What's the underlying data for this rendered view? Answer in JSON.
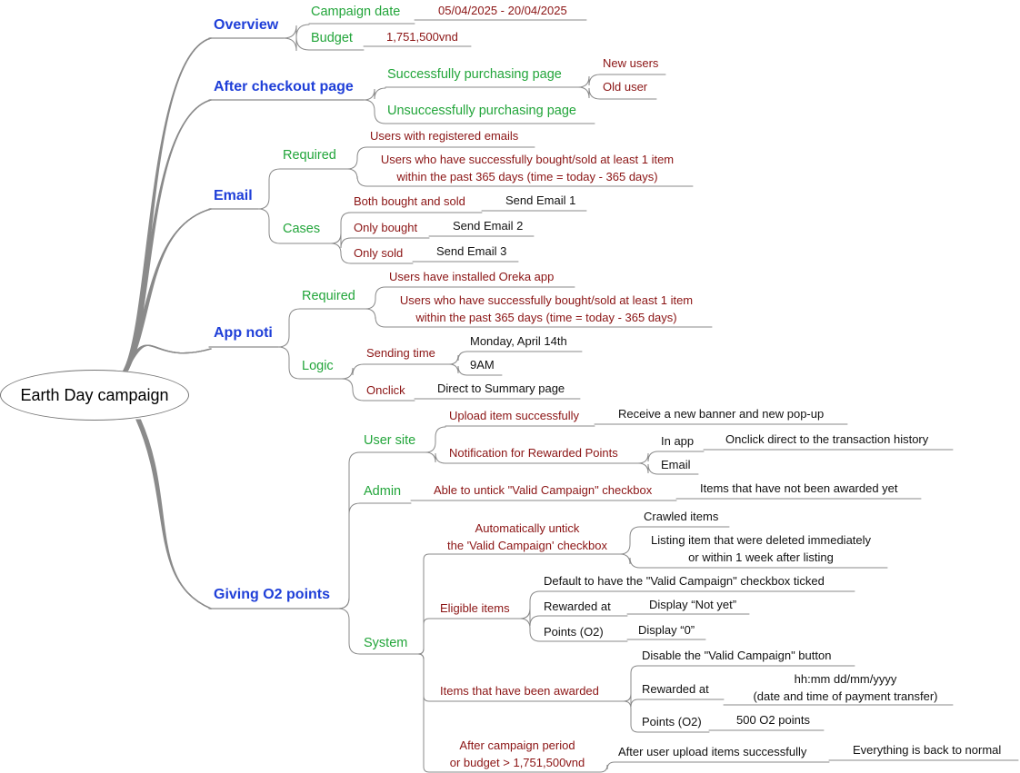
{
  "root": "Earth Day campaign",
  "overview": {
    "label": "Overview",
    "campaign_date": "Campaign date",
    "campaign_date_value": "05/04/2025 - 20/04/2025",
    "budget": "Budget",
    "budget_value": "1,751,500vnd"
  },
  "after_checkout": {
    "label": "After checkout page",
    "success_page": "Successfully purchasing page",
    "new_users": "New users",
    "old_user": "Old user",
    "unsuccess_page": "Unsuccessfully purchasing page"
  },
  "email": {
    "label": "Email",
    "required": "Required",
    "req_1": "Users with registered emails",
    "req_2_line1": "Users who have successfully bought/sold at least 1 item",
    "req_2_line2": "within the past 365 days (time = today - 365 days)",
    "cases": "Cases",
    "case_both": "Both bought and sold",
    "send_1": "Send Email 1",
    "case_bought": "Only bought",
    "send_2": "Send Email 2",
    "case_sold": "Only sold",
    "send_3": "Send Email 3"
  },
  "app_noti": {
    "label": "App noti",
    "required": "Required",
    "req_1": "Users have installed Oreka app",
    "req_2_line1": "Users who have successfully bought/sold at least 1 item",
    "req_2_line2": "within the past 365 days (time = today - 365 days)",
    "logic": "Logic",
    "sending_time": "Sending time",
    "date": "Monday, April 14th",
    "time": "9AM",
    "onclick": "Onclick",
    "direct": "Direct to Summary page"
  },
  "giving": {
    "label": "Giving O2 points",
    "user_site": "User site",
    "upload_success": "Upload item successfully",
    "banner": "Receive a new banner and new pop-up",
    "notif": "Notification for Rewarded Points",
    "in_app": "In app",
    "onclick_tx": "Onclick direct to the transaction history",
    "email": "Email",
    "admin": "Admin",
    "untick": "Able to untick \"Valid Campaign\" checkbox",
    "not_awarded": "Items that have not been awarded yet",
    "system": "System",
    "auto_line1": "Automatically untick",
    "auto_line2": "the 'Valid Campaign' checkbox",
    "crawled": "Crawled items",
    "deleted_line1": "Listing item that were deleted immediately",
    "deleted_line2": "or within 1 week after listing",
    "eligible": "Eligible items",
    "default_ticked": "Default to have the \"Valid Campaign\" checkbox ticked",
    "rewarded_at": "Rewarded at",
    "not_yet": "Display “Not yet”",
    "points": "Points (O2)",
    "zero": "Display “0”",
    "awarded": "Items that have been awarded",
    "disable": "Disable the \"Valid Campaign\" button",
    "rewarded_at_2": "Rewarded at",
    "hhmm_line1": "hh:mm dd/mm/yyyy",
    "hhmm_line2": "(date and time of payment transfer)",
    "points_2": "Points (O2)",
    "five_hundred": "500 O2 points",
    "after_line1": "After campaign period",
    "after_line2": "or budget > 1,751,500vnd",
    "after_upload": "After user upload items successfully",
    "normal": "Everything is back to normal"
  }
}
